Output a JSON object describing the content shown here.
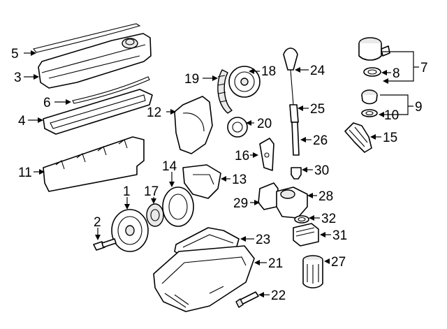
{
  "diagram": {
    "callouts": [
      {
        "id": "1",
        "label": "1"
      },
      {
        "id": "2",
        "label": "2"
      },
      {
        "id": "3",
        "label": "3"
      },
      {
        "id": "4",
        "label": "4"
      },
      {
        "id": "5",
        "label": "5"
      },
      {
        "id": "6",
        "label": "6"
      },
      {
        "id": "7",
        "label": "7"
      },
      {
        "id": "8",
        "label": "8"
      },
      {
        "id": "9",
        "label": "9"
      },
      {
        "id": "10",
        "label": "10"
      },
      {
        "id": "11",
        "label": "11"
      },
      {
        "id": "12",
        "label": "12"
      },
      {
        "id": "13",
        "label": "13"
      },
      {
        "id": "14",
        "label": "14"
      },
      {
        "id": "15",
        "label": "15"
      },
      {
        "id": "16",
        "label": "16"
      },
      {
        "id": "17",
        "label": "17"
      },
      {
        "id": "18",
        "label": "18"
      },
      {
        "id": "19",
        "label": "19"
      },
      {
        "id": "20",
        "label": "20"
      },
      {
        "id": "21",
        "label": "21"
      },
      {
        "id": "22",
        "label": "22"
      },
      {
        "id": "23",
        "label": "23"
      },
      {
        "id": "24",
        "label": "24"
      },
      {
        "id": "25",
        "label": "25"
      },
      {
        "id": "26",
        "label": "26"
      },
      {
        "id": "27",
        "label": "27"
      },
      {
        "id": "28",
        "label": "28"
      },
      {
        "id": "29",
        "label": "29"
      },
      {
        "id": "30",
        "label": "30"
      },
      {
        "id": "31",
        "label": "31"
      },
      {
        "id": "32",
        "label": "32"
      }
    ]
  }
}
